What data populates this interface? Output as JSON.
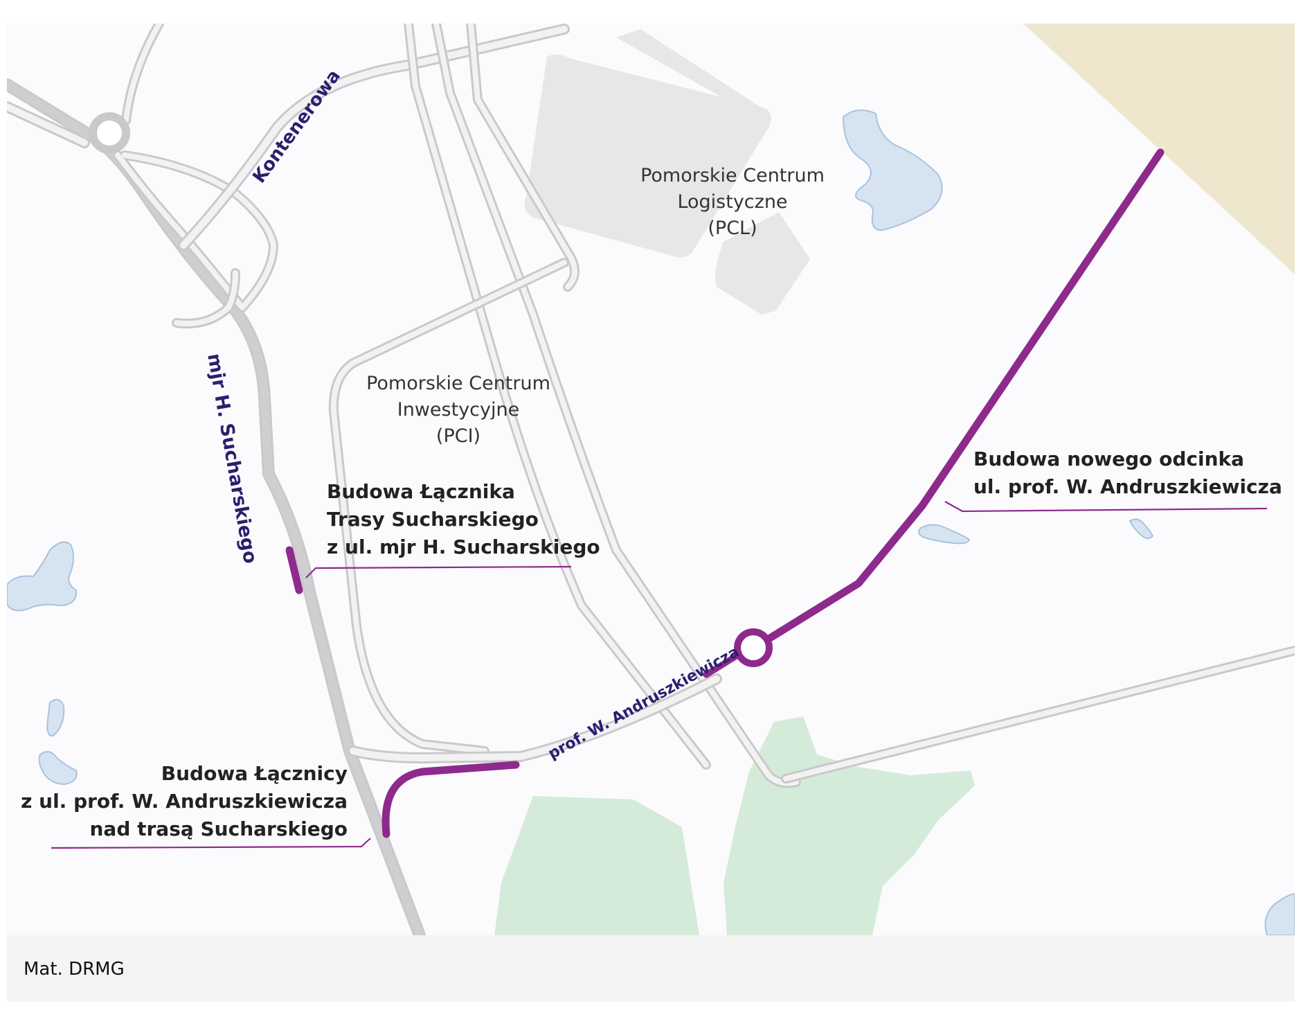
{
  "map": {
    "areas": {
      "pcl": [
        "Pomorskie Centrum",
        "Logistyczne",
        "(PCL)"
      ],
      "pci": [
        "Pomorskie Centrum",
        "Inwestycyjne",
        "(PCI)"
      ]
    },
    "streets": {
      "kontenerowa": "Kontenerowa",
      "sucharskiego": "mjr H. Sucharskiego",
      "andruszkiewicza": "prof. W. Andruszkiewicza"
    },
    "projects": {
      "lacznik": [
        "Budowa Łącznika",
        "Trasy Sucharskiego",
        "z ul. mjr H. Sucharskiego"
      ],
      "nowy_odcinek": [
        "Budowa nowego odcinka",
        "ul. prof. W. Andruszkiewicza"
      ],
      "lacznica": [
        "Budowa Łącznicy",
        "z ul. prof. W. Andruszkiewicza",
        "nad trasą Sucharskiego"
      ]
    },
    "colors": {
      "project": "#8e2a8c",
      "street_label": "#2a1f6e",
      "road": "#c9c9cb",
      "water": "#d6e4f2",
      "forest": "#d5ebd9",
      "sand": "#efe7cd",
      "building": "#e7e7e9"
    }
  },
  "caption": "Mat. DRMG"
}
